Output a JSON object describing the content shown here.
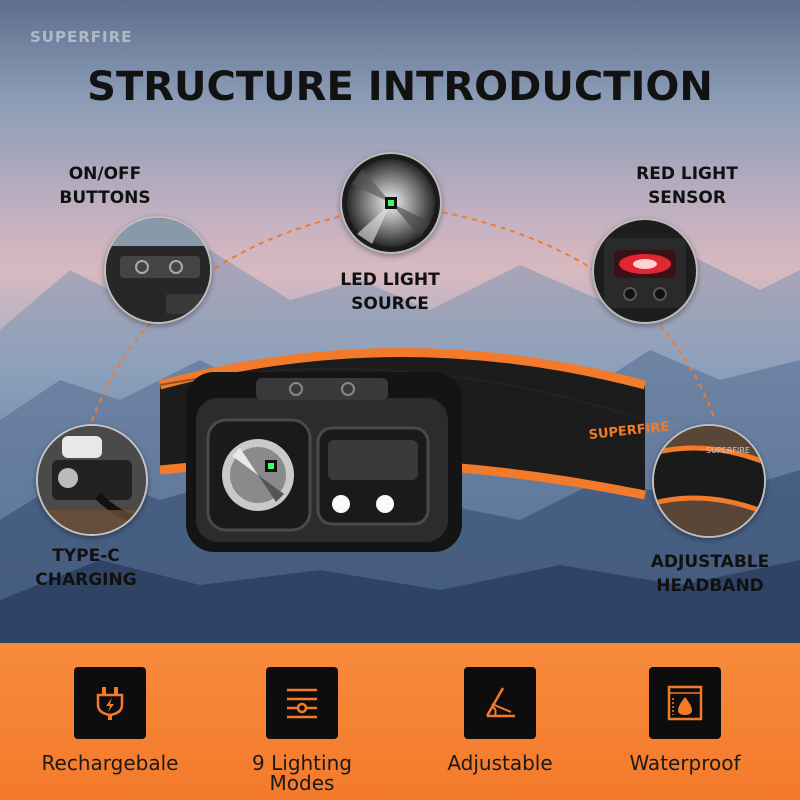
{
  "watermark": "SUPERFIRE",
  "title": "STRUCTURE INTRODUCTION",
  "callouts": {
    "on_off": [
      "ON/OFF",
      "BUTTONS"
    ],
    "led_source": [
      "LED LIGHT",
      "SOURCE"
    ],
    "red_sensor": [
      "RED LIGHT",
      "SENSOR"
    ],
    "type_c": [
      "TYPE-C",
      "CHARGING"
    ],
    "headband": [
      "ADJUSTABLE",
      "HEADBAND"
    ]
  },
  "strap_brand": "SUPERFIRE",
  "strap_brand_inner": "SUPERFIRE",
  "features": [
    {
      "label": "Rechargebale",
      "icon": "plug-charging-icon"
    },
    {
      "label_line1": "9 Lighting",
      "label_line2": "Modes",
      "icon": "sliders-icon"
    },
    {
      "label": "Adjustable",
      "icon": "angle-icon"
    },
    {
      "label": "Waterproof",
      "icon": "water-drop-icon"
    }
  ],
  "colors": {
    "accent_orange": "#f47a2b",
    "dark": "#111111",
    "sensor_red": "#ff2a3a",
    "led_green": "#3dff6b"
  }
}
